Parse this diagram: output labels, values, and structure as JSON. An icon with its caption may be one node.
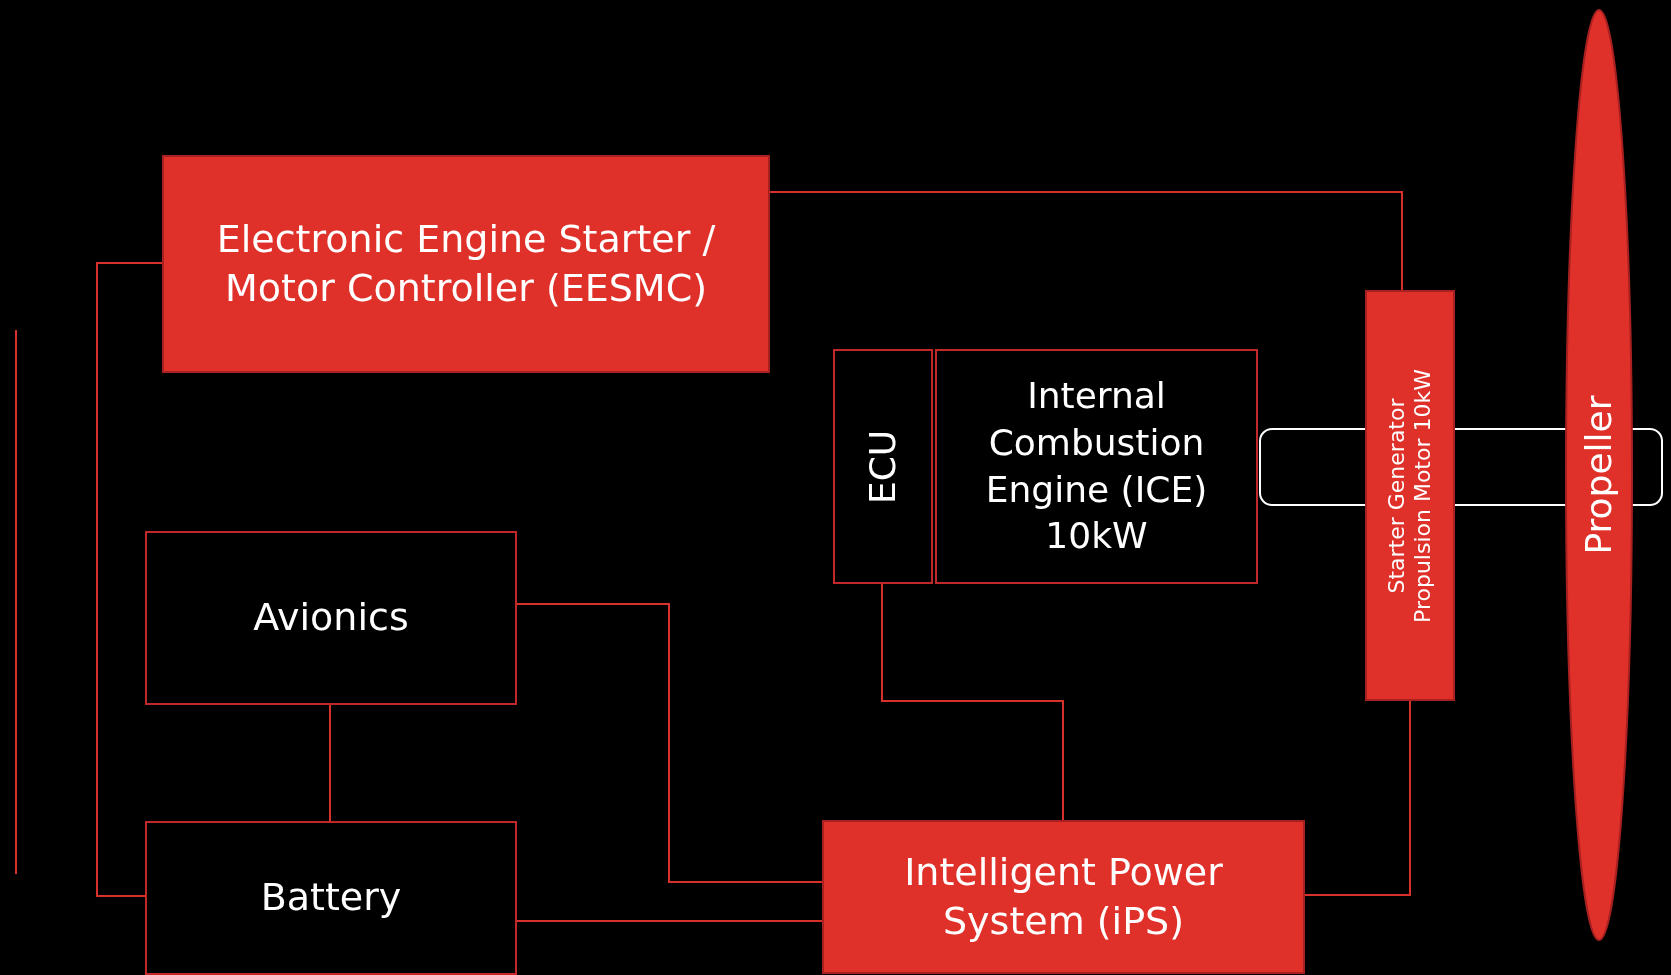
{
  "diagram": {
    "nodes": [
      {
        "text": [
          "Electronic Engine Starter / Motor Controller (EESMC)"
        ]
      },
      {
        "text": [
          "ECU"
        ]
      },
      {
        "text": [
          "Internal Combustion Engine (ICE) 10kW"
        ]
      },
      {
        "text": [
          "Starter Generator Propulsion Motor 10kW"
        ]
      },
      {
        "text": [
          "Propeller"
        ]
      },
      {
        "text": [
          "Avionics"
        ]
      },
      {
        "text": [
          "Battery"
        ]
      },
      {
        "text": [
          "Intelligent Power System (iPS)"
        ]
      }
    ],
    "edges": [
      {
        "from": 0,
        "to": 3,
        "arrow": "none"
      },
      {
        "from": 0,
        "to": 6,
        "arrow": "none"
      },
      {
        "from": 5,
        "to": 6,
        "arrow": "none"
      },
      {
        "from": 5,
        "to": 7,
        "arrow": "none"
      },
      {
        "from": 6,
        "to": 7,
        "arrow": "none"
      },
      {
        "from": 1,
        "to": 7,
        "arrow": "none"
      },
      {
        "from": 7,
        "to": 3,
        "arrow": "none"
      }
    ]
  }
}
